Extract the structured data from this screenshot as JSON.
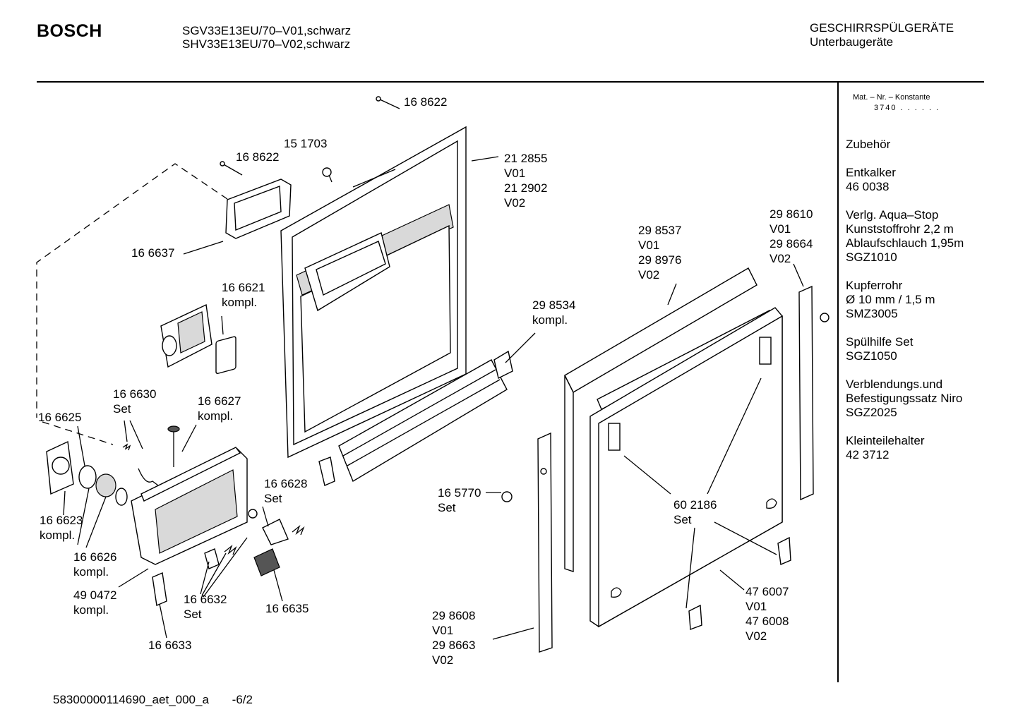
{
  "header": {
    "brand": "BOSCH",
    "models": [
      "SGV33E13EU/70–V01,schwarz",
      "SHV33E13EU/70–V02,schwarz"
    ],
    "category": "GESCHIRRSPÜLGERÄTE",
    "subcategory": "Unterbaugeräte"
  },
  "sidebar": {
    "matnr_label": "Mat. – Nr. – Konstante",
    "matnr_value": "3740 . . . . . .",
    "items": [
      [
        "Zubehör"
      ],
      [
        "Entkalker",
        "46 0038"
      ],
      [
        "Verlg. Aqua–Stop",
        "Kunststoffrohr 2,2 m",
        "Ablaufschlauch 1,95m",
        "SGZ1010"
      ],
      [
        "Kupferrohr",
        "Ø 10 mm / 1,5 m",
        "SMZ3005"
      ],
      [
        "Spülhilfe Set",
        "SGZ1050"
      ],
      [
        "Verblendungs.und",
        "Befestigungssatz Niro",
        "SGZ2025"
      ],
      [
        "Kleinteilehalter",
        "42 3712"
      ]
    ]
  },
  "callouts": [
    {
      "id": "c01",
      "lines": [
        "16 8622"
      ]
    },
    {
      "id": "c02",
      "lines": [
        "15 1703"
      ]
    },
    {
      "id": "c03",
      "lines": [
        "16 8622"
      ]
    },
    {
      "id": "c04",
      "lines": [
        "21 2855",
        "V01",
        "21 2902",
        "V02"
      ]
    },
    {
      "id": "c05",
      "lines": [
        "16 6637"
      ]
    },
    {
      "id": "c06",
      "lines": [
        "16 6621",
        "kompl."
      ]
    },
    {
      "id": "c07",
      "lines": [
        "29 8534",
        "kompl."
      ]
    },
    {
      "id": "c08",
      "lines": [
        "29 8537",
        "V01",
        "29 8976",
        "V02"
      ]
    },
    {
      "id": "c09",
      "lines": [
        "29 8610",
        "V01",
        "29 8664",
        "V02"
      ]
    },
    {
      "id": "c10",
      "lines": [
        "16 6630",
        "Set"
      ]
    },
    {
      "id": "c11",
      "lines": [
        "16 6627",
        "kompl."
      ]
    },
    {
      "id": "c12",
      "lines": [
        "16 6625"
      ]
    },
    {
      "id": "c13",
      "lines": [
        "16 6628",
        "Set"
      ]
    },
    {
      "id": "c14",
      "lines": [
        "16 5770"
      ]
    },
    {
      "id": "c15",
      "lines": [
        "Set"
      ]
    },
    {
      "id": "c16",
      "lines": [
        "60 2186",
        "Set"
      ]
    },
    {
      "id": "c17",
      "lines": [
        "16 6623",
        "kompl."
      ]
    },
    {
      "id": "c18",
      "lines": [
        "16 6626",
        "kompl."
      ]
    },
    {
      "id": "c19",
      "lines": [
        "49 0472",
        "kompl."
      ]
    },
    {
      "id": "c20",
      "lines": [
        "16 6632",
        "Set"
      ]
    },
    {
      "id": "c21",
      "lines": [
        "16 6635"
      ]
    },
    {
      "id": "c22",
      "lines": [
        "16 6633"
      ]
    },
    {
      "id": "c23",
      "lines": [
        "47 6007",
        "V01",
        "47 6008",
        "V02"
      ]
    },
    {
      "id": "c24",
      "lines": [
        "29 8608",
        "V01",
        "29 8663",
        "V02"
      ]
    }
  ],
  "footer": {
    "docid": "58300000114690_aet_000_a",
    "page": "-6/2"
  }
}
